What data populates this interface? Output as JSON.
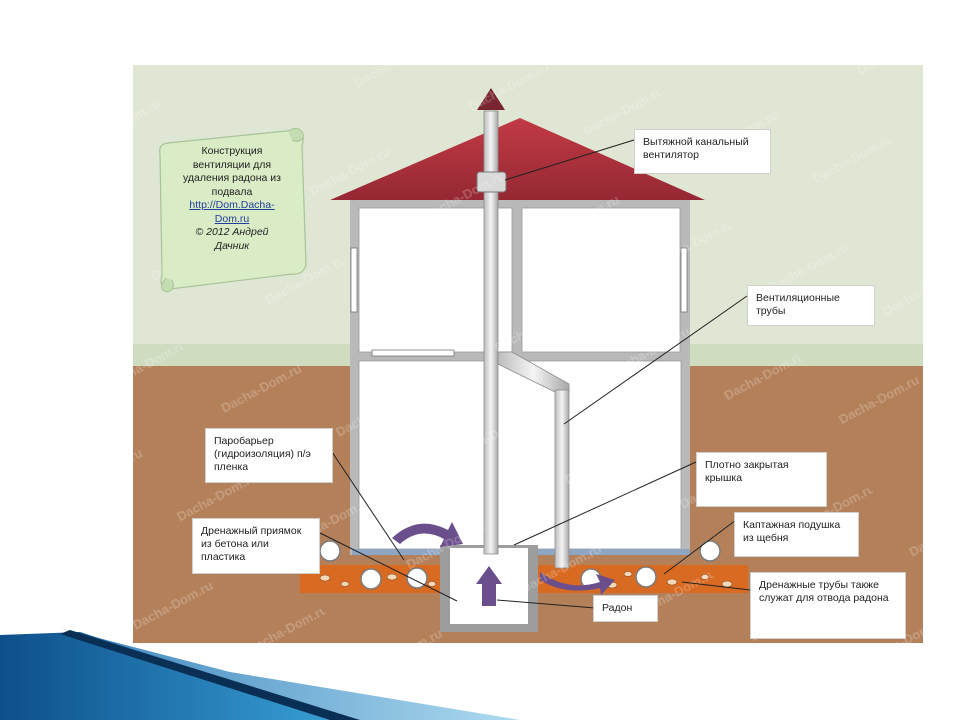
{
  "scroll": {
    "title_lines": [
      "Конструкция",
      "вентиляции для",
      "удаления радона из",
      "подвала"
    ],
    "link_lines": [
      "http://Dom.Dacha-",
      "Dom.ru"
    ],
    "author_lines": [
      "© 2012 Андрей",
      "Дачник"
    ]
  },
  "watermark": "Dacha-Dom.ru",
  "callouts": {
    "exhaust_fan": "Вытяжной канальный вентилятор",
    "vent_pipes": "Вентиляционные трубы",
    "vapor_barrier": "Паробарьер (гидроизоляция) п/э пленка",
    "tight_lid": "Плотно закрытая крышка",
    "drain_sump": "Дренажный приямок из бетона или пластика",
    "gravel_cushion": "Каптажная подушка из щебня",
    "radon": "Радон",
    "drain_pipes": "Дренажные трубы также служат для отвода радона"
  },
  "colors": {
    "sky": "#dfe6d3",
    "ground": "#b4805a",
    "roof": "#a8323c",
    "gravel": "#d86a22",
    "arrow": "#6b4f8c",
    "wall": "#b9b9b9",
    "slide_decor": "#1e7ab8"
  }
}
